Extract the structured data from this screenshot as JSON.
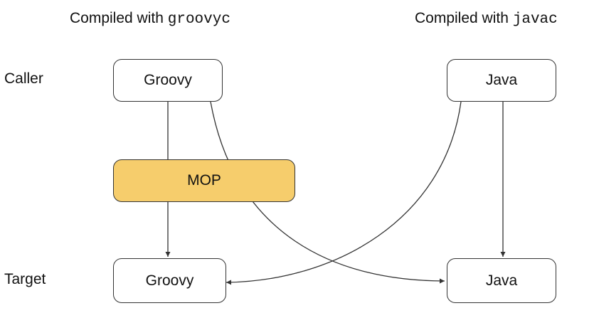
{
  "headings": {
    "left_prefix": "Compiled with",
    "left_compiler": "groovyc",
    "right_prefix": "Compiled with",
    "right_compiler": "javac"
  },
  "row_labels": {
    "caller": "Caller",
    "target": "Target"
  },
  "nodes": {
    "caller_groovy": "Groovy",
    "caller_java": "Java",
    "mop": "MOP",
    "target_groovy": "Groovy",
    "target_java": "Java"
  },
  "colors": {
    "mop_fill": "#f6cd6c",
    "stroke": "#333333"
  }
}
